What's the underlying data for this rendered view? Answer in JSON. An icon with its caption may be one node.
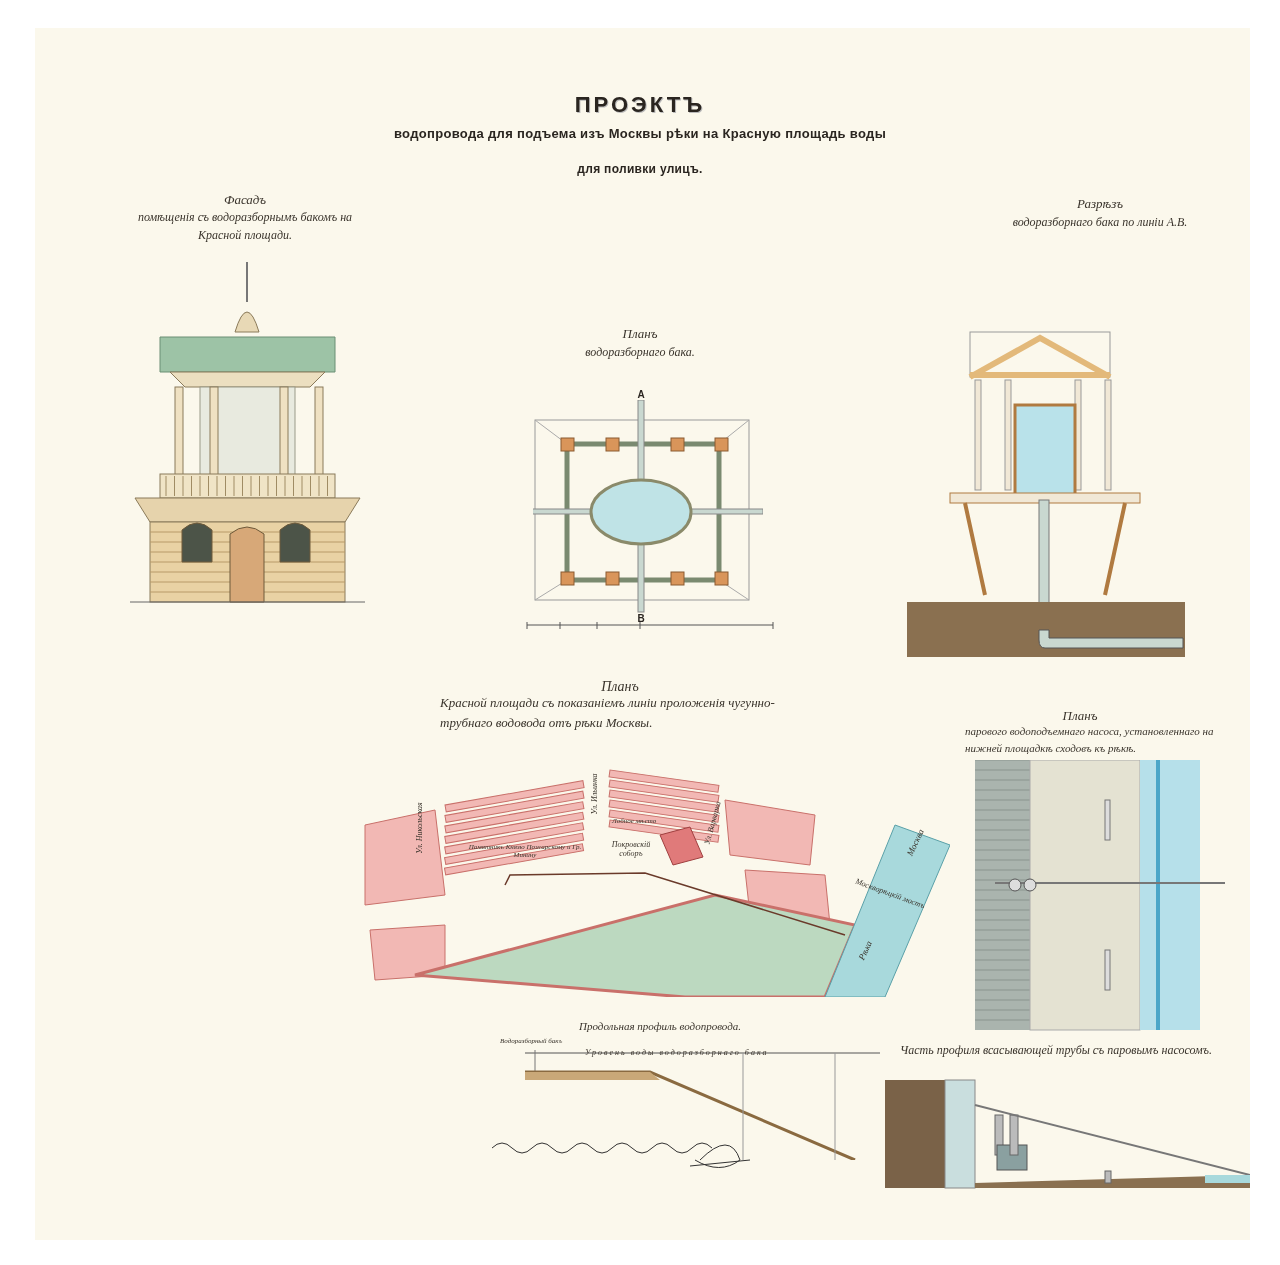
{
  "diagram": {
    "title": "ПРОЭКТЪ",
    "labels": [
      "водопровода для подъема изъ Москвы рѣки на Красную площадь воды",
      "для поливки улицъ.",
      "Фасадъ",
      "помѣщенія съ водоразборнымъ бакомъ на Красной площади.",
      "Разрѣзъ",
      "водоразборнаго бака по линіи А.В.",
      "Планъ",
      "водоразборнаго бака.",
      "А",
      "В",
      "Планъ",
      "Красной площади съ показаніемъ линіи проложенія чугунно-трубнаго водовода отъ рѣки Москвы.",
      "Ул. Никольская",
      "Памятникъ Князю Пожарскому и Гр. Минину",
      "Ул. Ильинка",
      "Лобное мѣсто",
      "Покровскій соборъ",
      "Ул. Варварка",
      "Москворѣцкій мостъ",
      "Москва",
      "Рѣка",
      "Планъ",
      "парового водоподъемнаго насоса, установленнаго на нижней площадкѣ сходовъ къ рѣкѣ.",
      "Продольная профиль водопровода.",
      "Водоразборный бакъ",
      "Уровень воды водоразборнаго бака",
      "Часть профиля всасывающей трубы съ паровымъ насосомъ."
    ]
  }
}
